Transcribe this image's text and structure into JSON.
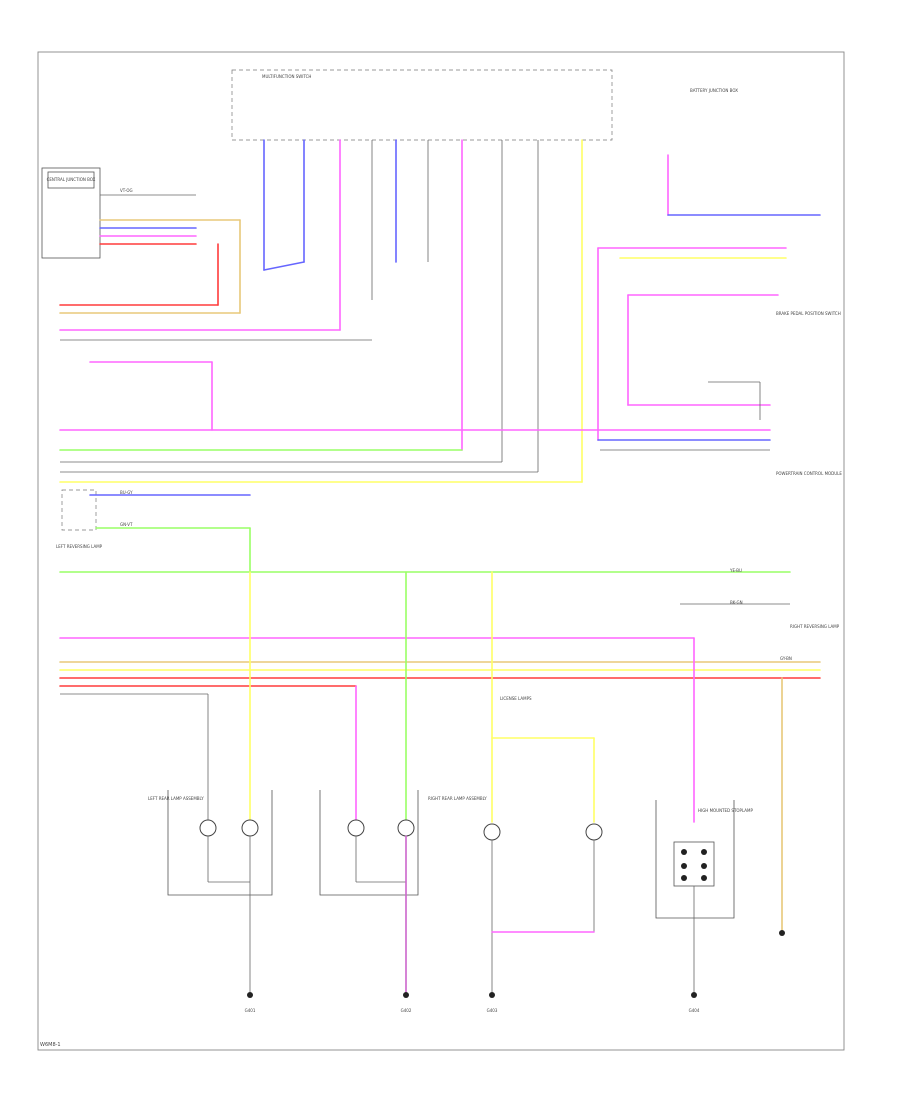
{
  "page_label": "W6M8-1",
  "colors": {
    "red": "#ff3b3b",
    "pink": "#ff66ff",
    "blue": "#6666ff",
    "yellow": "#ffff66",
    "green": "#99ff66",
    "gray": "#bbbbbb",
    "khaki": "#e8c87a",
    "dark": "#333333"
  },
  "components": {
    "left_module": "CENTRAL JUNCTION BOX",
    "top_switch_group": "MULTIFUNCTION SWITCH",
    "top_right_relay": "BATTERY JUNCTION BOX",
    "right_module": "POWERTRAIN CONTROL MODULE",
    "brake_switch": "BRAKE PEDAL POSITION SWITCH",
    "left_rear_lamp": "LEFT REAR LAMP ASSEMBLY",
    "right_rear_lamp": "RIGHT REAR LAMP ASSEMBLY",
    "license_lamps": "LICENSE LAMPS",
    "high_mount_stop": "HIGH MOUNTED STOPLAMP",
    "left_reversing": "LEFT REVERSING LAMP",
    "right_reversing": "RIGHT REVERSING LAMP"
  },
  "grounds": {
    "g1": "G401",
    "g2": "G402",
    "g3": "G403",
    "g4": "G404"
  },
  "wire_labels": {
    "w1": "VT-OG",
    "w2": "BU-GY",
    "w3": "GN-VT",
    "w4": "YE-BU",
    "w5": "BK-GN",
    "w6": "GY-BN"
  }
}
